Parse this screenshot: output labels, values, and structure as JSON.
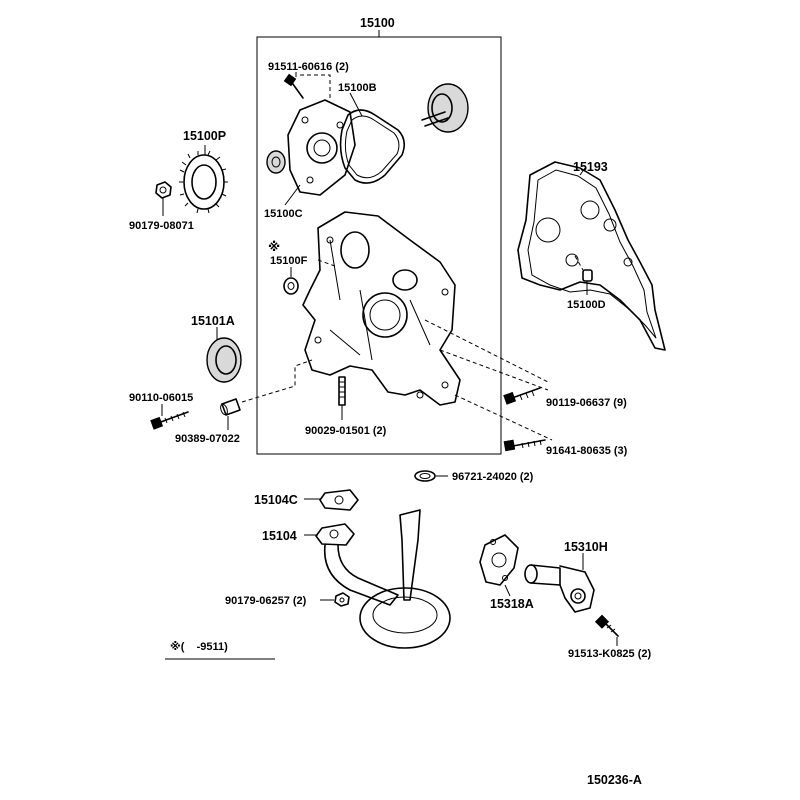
{
  "diagram": {
    "labels": {
      "assembly_15100": "15100",
      "p_91511_60616": "91511-60616 (2)",
      "p_15100B": "15100B",
      "p_15100P": "15100P",
      "p_90179_08071": "90179-08071",
      "p_15100C": "15100C",
      "p_15193": "15193",
      "marker_star": "※",
      "p_15100F": "15100F",
      "p_15100D": "15100D",
      "p_15101A": "15101A",
      "p_90110_06015": "90110-06015",
      "p_90389_07022": "90389-07022",
      "p_90029_01501": "90029-01501 (2)",
      "p_90119_06637": "90119-06637 (9)",
      "p_91641_80635": "91641-80635 (3)",
      "p_96721_24020": "96721-24020 (2)",
      "p_15104C": "15104C",
      "p_15104": "15104",
      "p_90179_06257": "90179-06257 (2)",
      "p_15310H": "15310H",
      "p_15318A": "15318A",
      "p_91513_K0825": "91513-K0825 (2)",
      "note": "※(    -9511)",
      "diagram_number": "150236-A"
    }
  }
}
